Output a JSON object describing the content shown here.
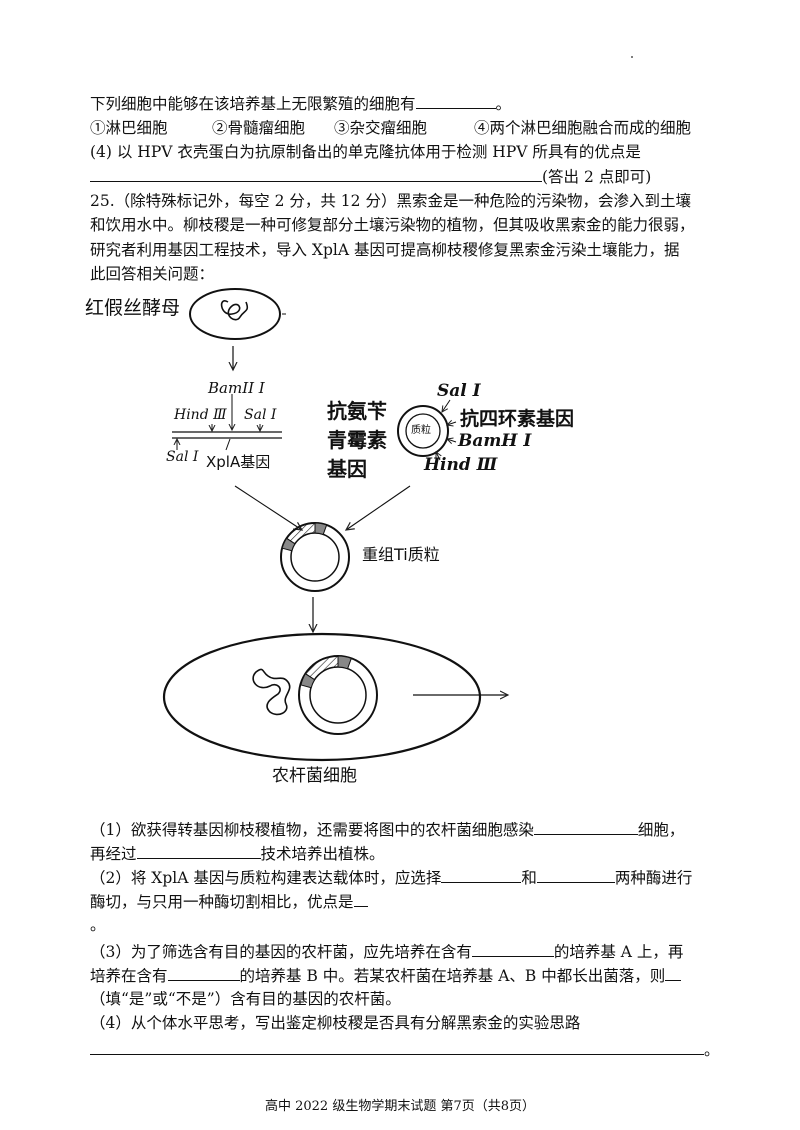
{
  "top_marker": ".",
  "q24": {
    "intro": "下列细胞中能够在该培养基上无限繁殖的细胞有",
    "period": "。",
    "options": [
      "①淋巴细胞",
      "②骨髓瘤细胞",
      "③杂交瘤细胞",
      "④两个淋巴细胞融合而成的细胞"
    ],
    "part4": "(4) 以 HPV 衣壳蛋白为抗原制备出的单克隆抗体用于检测 HPV 所具有的优点是",
    "part4_note": "(答出 2 点即可)"
  },
  "q25": {
    "header": "25.（除特殊标记外，每空 2 分，共 12 分）黑索金是一种危险的污染物，会渗入到土壤",
    "line2": "和饮用水中。柳枝稷是一种可修复部分土壤污染物的植物，但其吸收黑索金的能力很弱，",
    "line3": "研究者利用基因工程技术，导入 XplA 基因可提高柳枝稷修复黑索金污染土壤能力，据",
    "line4": "此回答相关问题："
  },
  "diagram": {
    "source_label": "红假丝酵母",
    "bamhi_top": "BamII I",
    "hindiii_left": "Hind Ⅲ",
    "sali_right": "Sal I",
    "sali_bottom": "Sal I",
    "gene_label": "XplA基因",
    "plasmid_sali": "Sal I",
    "plasmid_inner": "质粒",
    "tetracycline": "抗四环素基因",
    "plasmid_bamhi": "BamH I",
    "plasmid_hindiii": "Hind Ⅲ",
    "ampicillin": [
      "抗氨苄",
      "青霉素",
      "基因"
    ],
    "recombinant": "重组Ti质粒",
    "agro_cell": "农杆菌细胞"
  },
  "questions": {
    "q1_a": "（1）欲获得转基因柳枝稷植物，还需要将图中的农杆菌细胞感染",
    "q1_b": "细胞，",
    "q1_c": "再经过",
    "q1_d": "技术培养出植株。",
    "q2_a": "（2）将 XplA 基因与质粒构建表达载体时，应选择",
    "q2_b": "和",
    "q2_c": "两种酶进行",
    "q2_d": "酶切，与只用一种酶切割相比，优点是",
    "q2_e": "。",
    "q3_a": "（3）为了筛选含有目的基因的农杆菌，应先培养在含有",
    "q3_b": "的培养基 A 上，再",
    "q3_c": "培养在含有",
    "q3_d": "的培养基 B 中。若某农杆菌在培养基 A、B 中都长出菌落，则",
    "q3_e": "（填“是”或“不是”）含有目的基因的农杆菌。",
    "q4_a": "（4）从个体水平思考，写出鉴定柳枝稷是否具有分解黑索金的实验思路",
    "q4_end": "。"
  },
  "footer": "高中 2022 级生物学期末试题  第7页（共8页）"
}
